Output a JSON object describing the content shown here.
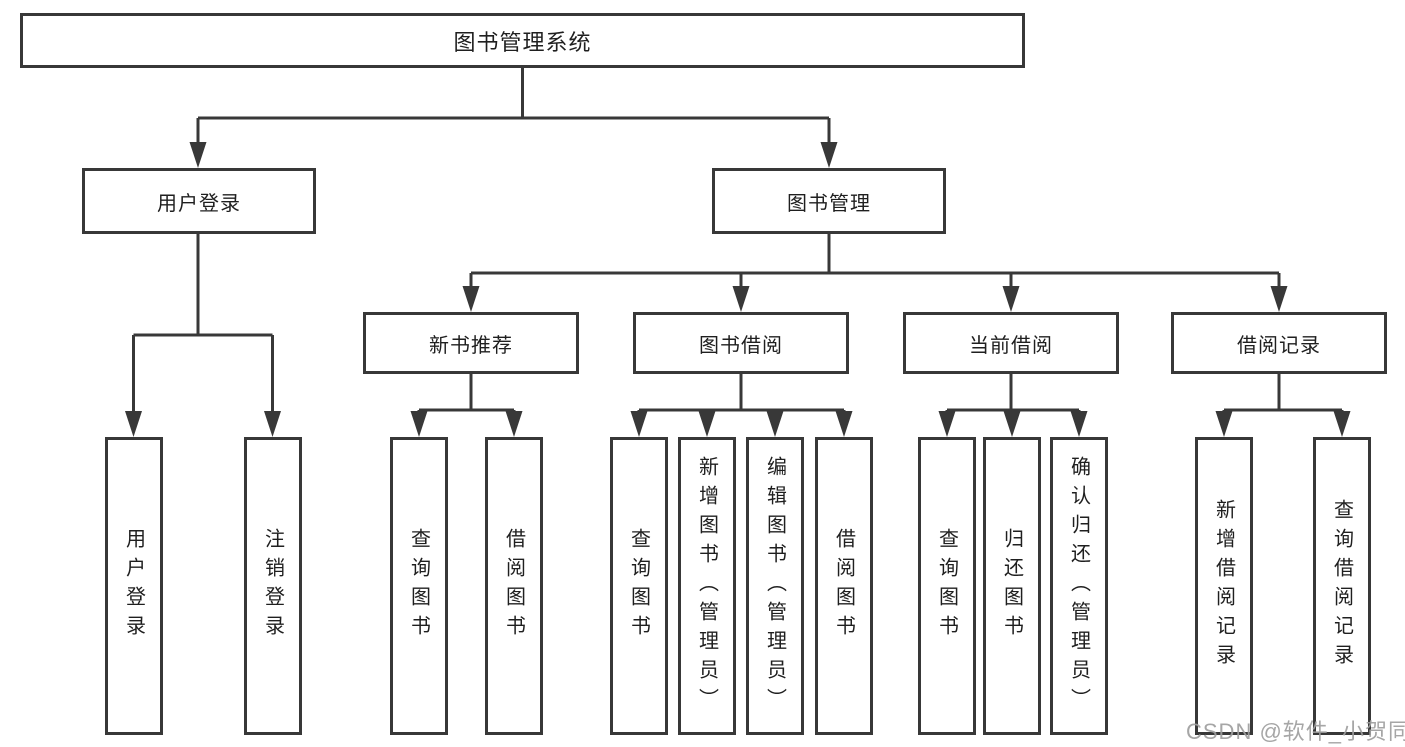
{
  "colors": {
    "line": "#383838",
    "text": "#1f1f1f",
    "watermark": "#9e9e9e",
    "background": "#ffffff"
  },
  "watermark": "CSDN @软件_小贺同学",
  "tree": {
    "label": "图书管理系统",
    "children": [
      {
        "label": "用户登录",
        "children": [
          {
            "label": "用户登录"
          },
          {
            "label": "注销登录"
          }
        ]
      },
      {
        "label": "图书管理",
        "children": [
          {
            "label": "新书推荐",
            "children": [
              {
                "label": "查询图书"
              },
              {
                "label": "借阅图书"
              }
            ]
          },
          {
            "label": "图书借阅",
            "children": [
              {
                "label": "查询图书"
              },
              {
                "label": "新增图书（管理员）"
              },
              {
                "label": "编辑图书（管理员）"
              },
              {
                "label": "借阅图书"
              }
            ]
          },
          {
            "label": "当前借阅",
            "children": [
              {
                "label": "查询图书"
              },
              {
                "label": "归还图书"
              },
              {
                "label": "确认归还（管理员）"
              }
            ]
          },
          {
            "label": "借阅记录",
            "children": [
              {
                "label": "新增借阅记录"
              },
              {
                "label": "查询借阅记录"
              }
            ]
          }
        ]
      }
    ]
  }
}
